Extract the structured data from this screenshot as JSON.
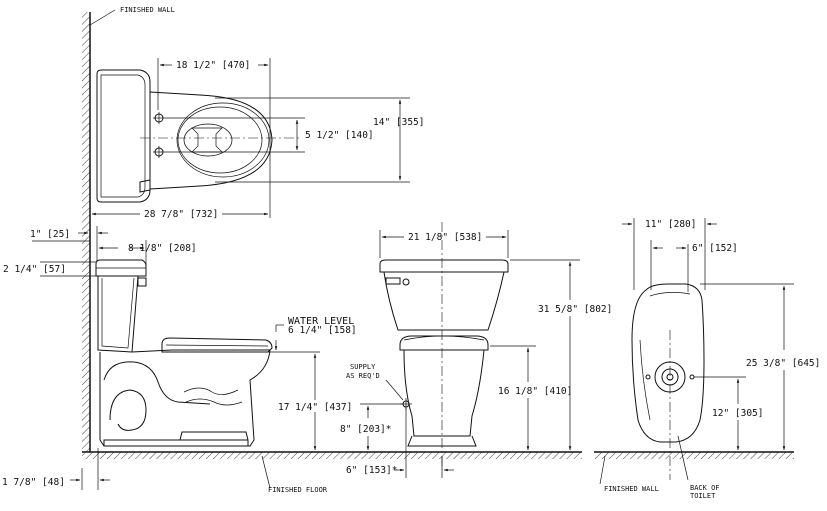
{
  "labels": {
    "finished_wall_top": "FINISHED WALL",
    "finished_floor": "FINISHED FLOOR",
    "finished_wall_right": "FINISHED WALL",
    "back_of_toilet_1": "BACK OF",
    "back_of_toilet_2": "TOILET",
    "water_level_1": "WATER LEVEL",
    "water_level_2": "6 1/4\" [158]",
    "supply_1": "SUPPLY",
    "supply_2": "AS REQ'D"
  },
  "dimensions": {
    "top_width": "18 1/2\" [470]",
    "top_depth": "14\" [355]",
    "bolt_spacing": "5 1/2\" [140]",
    "overall_length": "28 7/8\" [732]",
    "wall_gap": "1\" [25]",
    "tank_depth": "8 1/8\" [208]",
    "tank_lid": "2 1/4\" [57]",
    "rim_height": "17 1/4\" [437]",
    "supply_height": "8\" [203]*",
    "supply_offset": "6\" [153]*",
    "floor_offset": "1 7/8\" [48]",
    "front_width": "21 1/8\" [538]",
    "overall_height": "31 5/8\" [802]",
    "seat_height": "16 1/8\" [410]",
    "outlet_width": "11\" [280]",
    "outlet_offset": "6\" [152]",
    "back_height": "25 3/8\" [645]",
    "rough_in": "12\" [305]"
  }
}
